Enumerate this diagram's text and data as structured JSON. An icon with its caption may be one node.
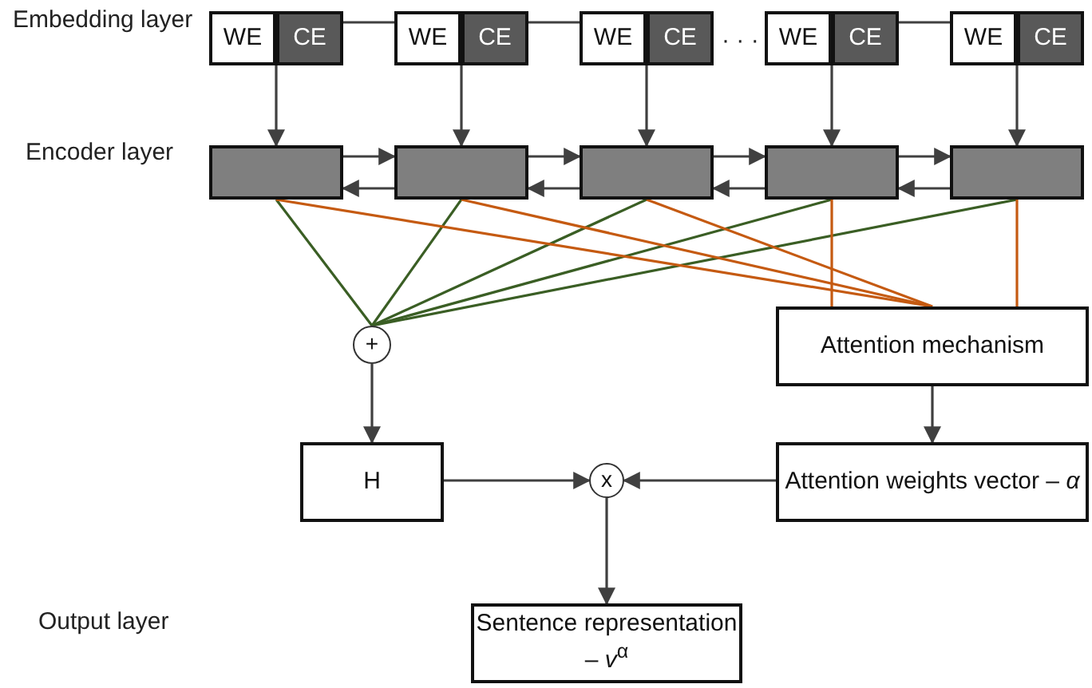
{
  "diagram": {
    "nodes": [
      {
        "text": [
          "WE"
        ]
      },
      {
        "text": [
          "CE"
        ]
      },
      {
        "text": [
          "WE"
        ]
      },
      {
        "text": [
          "CE"
        ]
      },
      {
        "text": [
          "WE"
        ]
      },
      {
        "text": [
          "CE"
        ]
      },
      {
        "text": [
          "WE"
        ]
      },
      {
        "text": [
          "CE"
        ]
      },
      {
        "text": [
          "WE"
        ]
      },
      {
        "text": [
          "CE"
        ]
      },
      {
        "text": [],
        "shape": "box"
      },
      {
        "text": [],
        "shape": "box"
      },
      {
        "text": [],
        "shape": "box"
      },
      {
        "text": [],
        "shape": "box"
      },
      {
        "text": [],
        "shape": "box"
      },
      {
        "text": [
          "+"
        ]
      },
      {
        "text": [
          "Attention mechanism"
        ]
      },
      {
        "text": [
          "H"
        ]
      },
      {
        "text": [
          "x"
        ]
      },
      {
        "text": [
          "Attention weights vector – *α*"
        ]
      },
      {
        "text": [
          "Sentence representation – *v*$^{α}$"
        ]
      }
    ],
    "edges": [
      {
        "from": 1,
        "to": 2,
        "arrow": "none"
      },
      {
        "from": 3,
        "to": 4,
        "arrow": "none"
      },
      {
        "from": 7,
        "to": 8,
        "arrow": "none"
      },
      {
        "from": 1,
        "to": 10,
        "arrow": "to"
      },
      {
        "from": 3,
        "to": 11,
        "arrow": "to"
      },
      {
        "from": 5,
        "to": 12,
        "arrow": "to"
      },
      {
        "from": 7,
        "to": 13,
        "arrow": "to"
      },
      {
        "from": 9,
        "to": 14,
        "arrow": "to"
      },
      {
        "from": 10,
        "to": 11,
        "arrow": "to"
      },
      {
        "from": 11,
        "to": 10,
        "arrow": "to"
      },
      {
        "from": 11,
        "to": 12,
        "arrow": "to"
      },
      {
        "from": 12,
        "to": 11,
        "arrow": "to"
      },
      {
        "from": 12,
        "to": 13,
        "arrow": "to"
      },
      {
        "from": 13,
        "to": 12,
        "arrow": "to"
      },
      {
        "from": 13,
        "to": 14,
        "arrow": "to"
      },
      {
        "from": 14,
        "to": 13,
        "arrow": "to"
      },
      {
        "from": 10,
        "to": 15,
        "arrow": "none",
        "color": "#3a5e24"
      },
      {
        "from": 11,
        "to": 15,
        "arrow": "none",
        "color": "#3a5e24"
      },
      {
        "from": 12,
        "to": 15,
        "arrow": "none",
        "color": "#3a5e24"
      },
      {
        "from": 13,
        "to": 15,
        "arrow": "none",
        "color": "#3a5e24"
      },
      {
        "from": 14,
        "to": 15,
        "arrow": "none",
        "color": "#3a5e24"
      },
      {
        "from": 10,
        "to": 16,
        "arrow": "none",
        "color": "#c55a11"
      },
      {
        "from": 11,
        "to": 16,
        "arrow": "none",
        "color": "#c55a11"
      },
      {
        "from": 12,
        "to": 16,
        "arrow": "none",
        "color": "#c55a11"
      },
      {
        "from": 13,
        "to": 16,
        "arrow": "none",
        "color": "#c55a11"
      },
      {
        "from": 14,
        "to": 16,
        "arrow": "none",
        "color": "#c55a11"
      },
      {
        "from": 15,
        "to": 17,
        "arrow": "to"
      },
      {
        "from": 16,
        "to": 19,
        "arrow": "to"
      },
      {
        "from": 17,
        "to": 18,
        "arrow": "to"
      },
      {
        "from": 19,
        "to": 18,
        "arrow": "to"
      },
      {
        "from": 18,
        "to": 20,
        "arrow": "to"
      }
    ],
    "labels": [
      "Embedding layer",
      "Encoder layer",
      "Output layer",
      "· · ·"
    ]
  }
}
